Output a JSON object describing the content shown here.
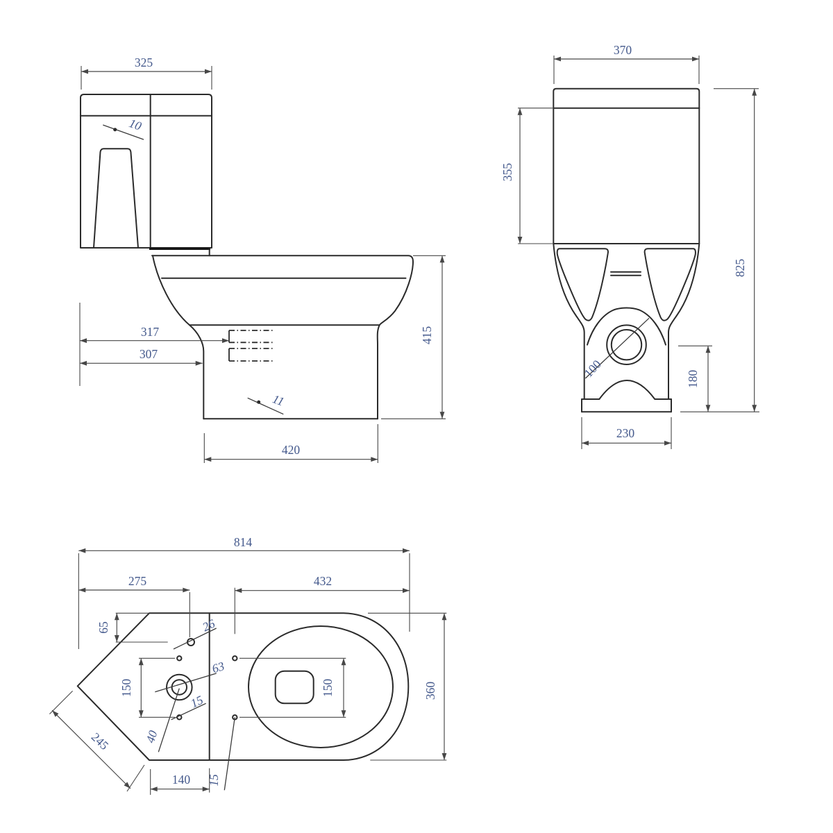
{
  "side_view": {
    "tank_width": "325",
    "tank_hole_callout": "10",
    "inlet_setout_upper": "317",
    "inlet_setout_lower": "307",
    "pan_hole_callout": "11",
    "pan_height": "415",
    "base_depth": "420"
  },
  "front_view": {
    "tank_width": "370",
    "tank_height": "355",
    "overall_height": "825",
    "outlet_diameter": "100",
    "outlet_height": "180",
    "base_width": "230"
  },
  "plan_view": {
    "overall_length": "814",
    "rear_section_length": "275",
    "bowl_section_length": "432",
    "edge_offset": "65",
    "hinge_hole_diameter": "26",
    "fixing_pitch_left": "150",
    "supply_hole_diameter": "63",
    "fixing_hole_callout": "15",
    "supply_inner_diameter": "40",
    "corner_edge_length": "245",
    "front_section_width": "140",
    "bolt_offset_callout": "15",
    "fixing_pitch_right": "150",
    "overall_width": "360"
  },
  "colors": {
    "line": "#2b2b2b",
    "dimension": "#474747",
    "text": "#44598c",
    "background": "#ffffff"
  }
}
